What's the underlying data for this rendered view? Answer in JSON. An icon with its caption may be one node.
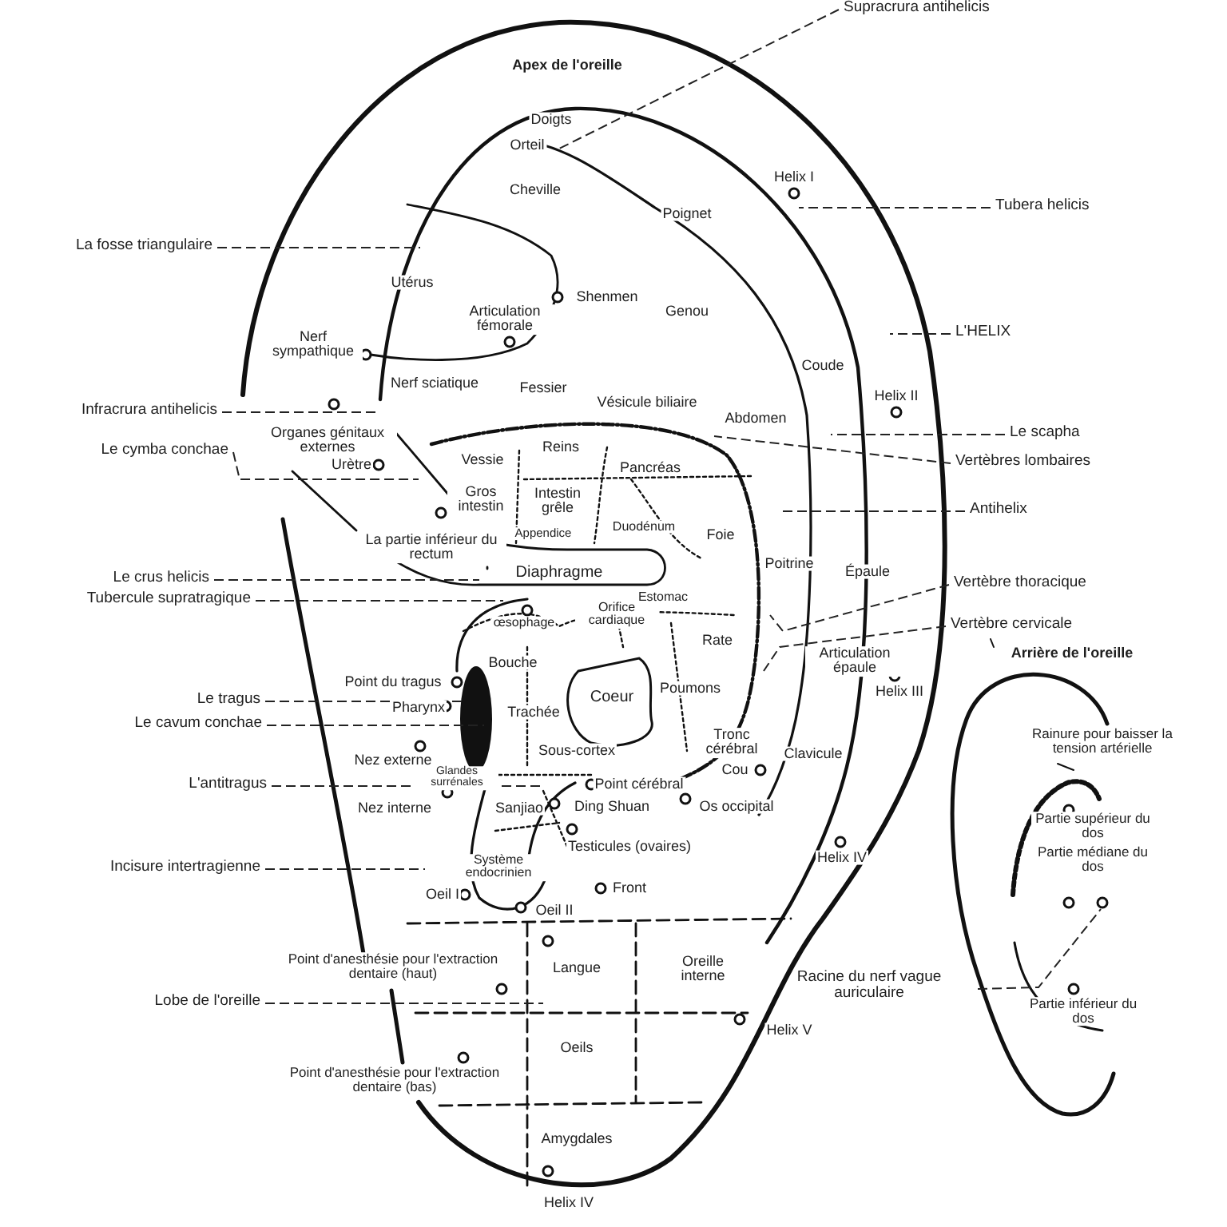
{
  "diagram": {
    "nodes": [
      {
        "text": [
          "Supracrura antihelicis"
        ]
      },
      {
        "text": [
          "Tubera helicis"
        ]
      },
      {
        "text": [
          "L'HELIX"
        ]
      },
      {
        "text": [
          "Le scapha"
        ]
      },
      {
        "text": [
          "Vertèbres lombaires"
        ]
      },
      {
        "text": [
          "Antihelix"
        ]
      },
      {
        "text": [
          "Vertèbre thoracique"
        ]
      },
      {
        "text": [
          "Vertèbre cervicale"
        ]
      },
      {
        "text": [
          "La fosse triangulaire"
        ]
      },
      {
        "text": [
          "Infracrura antihelicis"
        ]
      },
      {
        "text": [
          "Le cymba conchae"
        ]
      },
      {
        "text": [
          "Le crus helicis"
        ]
      },
      {
        "text": [
          "Tubercule supratragique"
        ]
      },
      {
        "text": [
          "Le tragus"
        ]
      },
      {
        "text": [
          "Le cavum conchae"
        ]
      },
      {
        "text": [
          "L'antitragus"
        ]
      },
      {
        "text": [
          "Incisure intertragienne"
        ]
      },
      {
        "text": [
          "Lobe de l'oreille"
        ]
      },
      {
        "text": [
          "Racine du nerf vague auriculaire"
        ]
      }
    ],
    "edges": [
      {
        "from": 0,
        "to": null,
        "arrow": "none",
        "style": "dashed"
      },
      {
        "from": 1,
        "to": null,
        "arrow": "none",
        "style": "dashed"
      },
      {
        "from": 2,
        "to": null,
        "arrow": "none",
        "style": "dashed"
      },
      {
        "from": 3,
        "to": null,
        "arrow": "none",
        "style": "dashed"
      },
      {
        "from": 4,
        "to": null,
        "arrow": "none",
        "style": "dashed"
      },
      {
        "from": 5,
        "to": null,
        "arrow": "none",
        "style": "dashed"
      },
      {
        "from": 6,
        "to": null,
        "arrow": "none",
        "style": "dashed"
      },
      {
        "from": 7,
        "to": null,
        "arrow": "none",
        "style": "dashed"
      },
      {
        "from": 8,
        "to": null,
        "arrow": "none",
        "style": "dashed"
      },
      {
        "from": 9,
        "to": null,
        "arrow": "none",
        "style": "dashed"
      },
      {
        "from": 10,
        "to": null,
        "arrow": "none",
        "style": "dashed"
      },
      {
        "from": 11,
        "to": null,
        "arrow": "none",
        "style": "dashed"
      },
      {
        "from": 12,
        "to": null,
        "arrow": "none",
        "style": "dashed"
      },
      {
        "from": 13,
        "to": null,
        "arrow": "none",
        "style": "dashed"
      },
      {
        "from": 14,
        "to": null,
        "arrow": "none",
        "style": "dashed"
      },
      {
        "from": 15,
        "to": null,
        "arrow": "none",
        "style": "dashed"
      },
      {
        "from": 16,
        "to": null,
        "arrow": "none",
        "style": "dashed"
      },
      {
        "from": 17,
        "to": null,
        "arrow": "none",
        "style": "dashed"
      },
      {
        "from": 18,
        "to": null,
        "arrow": "none",
        "style": "dashed"
      }
    ],
    "labels": [
      "Apex de l'oreille",
      "Doigts",
      "Orteil",
      "Cheville",
      "Helix I",
      "Poignet",
      "Utérus",
      "Shenmen",
      "Genou",
      "Articulation fémorale",
      "Nerf sympathique",
      "Coude",
      "Nerf sciatique",
      "Fessier",
      "Vésicule biliaire",
      "Helix II",
      "Abdomen",
      "Organes génitaux externes",
      "Vessie",
      "Reins",
      "Urètre",
      "Pancréas",
      "Gros intestin",
      "Intestin grêle",
      "Appendice",
      "Duodénum",
      "Foie",
      "La partie inférieur du rectum",
      "Diaphragme",
      "Poitrine",
      "Épaule",
      "Orifice cardiaque",
      "Estomac",
      "œsophage",
      "Rate",
      "Articulation épaule",
      "Helix III",
      "Bouche",
      "Point du tragus",
      "Coeur",
      "Poumons",
      "Pharynx",
      "Trachée",
      "Nez externe",
      "Sous-cortex",
      "Tronc cérébral",
      "Clavicule",
      "Glandes surrénales",
      "Point cérébral",
      "Cou",
      "Nez interne",
      "Sanjiao",
      "Ding Shuan",
      "Os occipital",
      "Testicules (ovaires)",
      "Helix IV",
      "Système endocrinien",
      "Oeil I",
      "Front",
      "Oeil II",
      "Point d'anesthésie pour l'extraction dentaire (haut)",
      "Langue",
      "Oreille interne",
      "Helix V",
      "Oeils",
      "Point d'anesthésie pour l'extraction dentaire (bas)",
      "Amygdales",
      "Helix IV",
      "Arrière de l'oreille",
      "Rainure pour baisser la tension artérielle",
      "Partie supérieur du dos",
      "Partie médiane du dos",
      "Partie inférieur du dos"
    ]
  }
}
